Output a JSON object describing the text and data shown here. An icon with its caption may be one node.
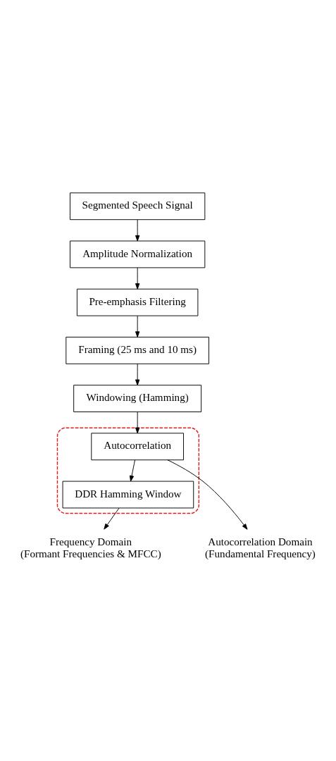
{
  "diagram": {
    "nodes": [
      {
        "text": [
          "Segmented Speech Signal"
        ]
      },
      {
        "text": [
          "Amplitude Normalization"
        ]
      },
      {
        "text": [
          "Pre-emphasis Filtering"
        ]
      },
      {
        "text": [
          "Framing (25 ms and 10 ms)"
        ]
      },
      {
        "text": [
          "Windowing (Hamming)"
        ]
      },
      {
        "text": [],
        "shape": "box"
      },
      {
        "text": [
          "Autocorrelation"
        ],
        "in": 5
      },
      {
        "text": [
          "DDR Hamming Window"
        ],
        "in": 5
      },
      {
        "text": [
          "Autocorrelation Domain",
          "(Fundamental Frequency)"
        ]
      },
      {
        "text": [
          "Frequency Domain",
          "(Formant Frequencies & MFCC)"
        ]
      }
    ],
    "edges": [
      {
        "from": 0,
        "to": 1,
        "arrow": "to"
      },
      {
        "from": 1,
        "to": 2,
        "arrow": "to"
      },
      {
        "from": 2,
        "to": 3,
        "arrow": "to"
      },
      {
        "from": 3,
        "to": 4,
        "arrow": "to"
      },
      {
        "from": 4,
        "to": 6,
        "arrow": "to"
      },
      {
        "from": 6,
        "to": 8,
        "arrow": "to"
      },
      {
        "from": 6,
        "to": 7,
        "arrow": "to"
      },
      {
        "from": 7,
        "to": 9,
        "arrow": "to"
      }
    ]
  }
}
